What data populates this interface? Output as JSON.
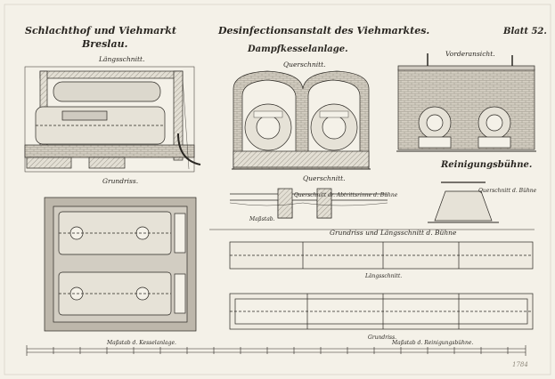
{
  "header": {
    "title_left_1": "Schlachthof und Viehmarkt",
    "title_left_2": "Breslau.",
    "title_center": "Desinfectionsanstalt des Viehmarktes.",
    "title_center_sub": "Dampfkesselanlage.",
    "sheet_number": "Blatt 52."
  },
  "labels": {
    "laengsschnitt": "Längsschnitt.",
    "querschnitt": "Querschnitt.",
    "vorderansicht": "Vorderansicht.",
    "grundriss": "Grundriss.",
    "reinigungsbuehne": "Reinigungsbühne.",
    "querschnitt_abtrittsrinne": "Querschnitt\ndr.\nAbtrittsrinne d. Bühne",
    "querschnitt_buehne": "Querschnitt d. Bühne",
    "grundriss_laengsschnitt": "Grundriss und Längsschnitt d. Bühne",
    "laengsschnitt_small": "Längsschnitt.",
    "grundriss_small": "Grundriss.",
    "massstab_kessel": "Maßstab d. Kesselanlage.",
    "massstab_reinigung": "Maßstab d. Reinigungsbühne.",
    "massstab_small": "Maßstab.",
    "pencil_note": "1784"
  },
  "colors": {
    "paper": "#f4f1e8",
    "ink": "#2a2722",
    "wash": "#cfcac0",
    "brick": "#b9b2a4"
  }
}
